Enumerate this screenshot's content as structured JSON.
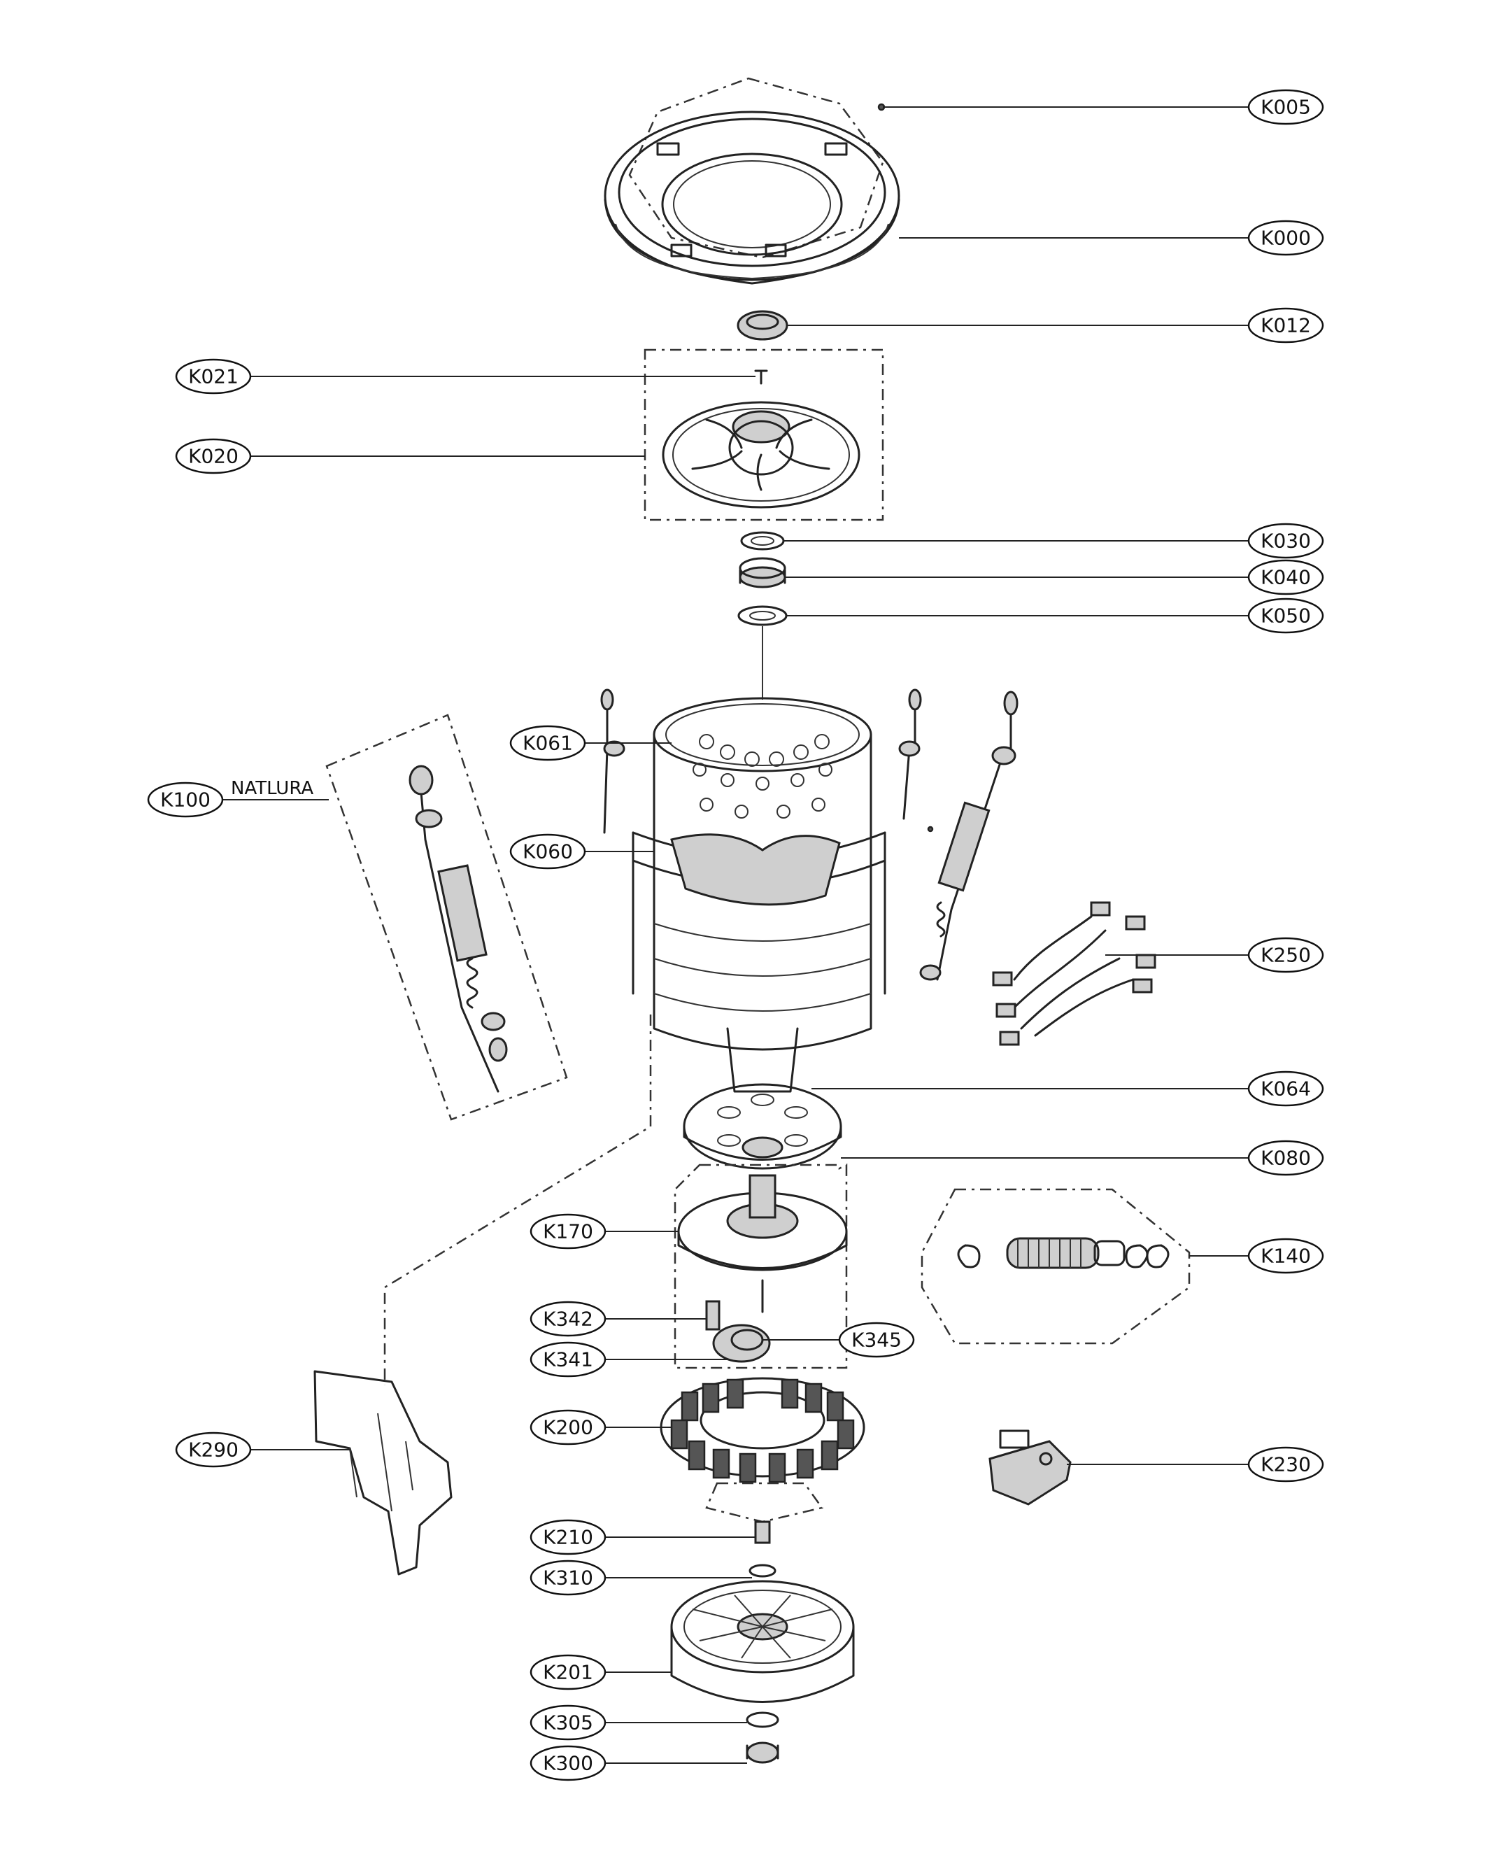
{
  "diagram": {
    "callouts": [
      {
        "id": "K005"
      },
      {
        "id": "K000"
      },
      {
        "id": "K012"
      },
      {
        "id": "K021"
      },
      {
        "id": "K020"
      },
      {
        "id": "K030"
      },
      {
        "id": "K040"
      },
      {
        "id": "K050"
      },
      {
        "id": "K061"
      },
      {
        "id": "K100"
      },
      {
        "id": "K060"
      },
      {
        "id": "K250"
      },
      {
        "id": "K064"
      },
      {
        "id": "K080"
      },
      {
        "id": "K170"
      },
      {
        "id": "K140"
      },
      {
        "id": "K342"
      },
      {
        "id": "K345"
      },
      {
        "id": "K341"
      },
      {
        "id": "K200"
      },
      {
        "id": "K290"
      },
      {
        "id": "K230"
      },
      {
        "id": "K210"
      },
      {
        "id": "K310"
      },
      {
        "id": "K201"
      },
      {
        "id": "K305"
      },
      {
        "id": "K300"
      }
    ],
    "note_text": "NATLURA"
  }
}
